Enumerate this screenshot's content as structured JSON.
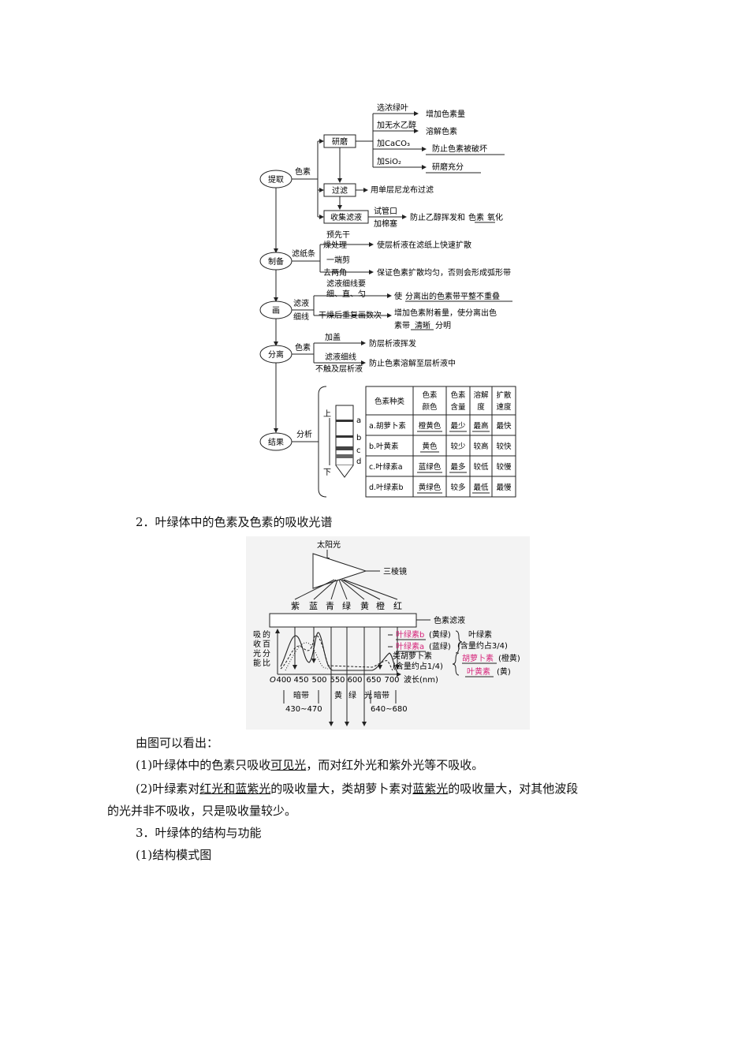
{
  "flow": {
    "steps": [
      "提取",
      "制备",
      "画",
      "分离",
      "结果"
    ],
    "extract": {
      "label": "色素",
      "grind": "研磨",
      "filter": "过滤",
      "collect": "收集滤液",
      "grind_items": [
        {
          "add": "选浓绿叶",
          "purpose": "增加色素量"
        },
        {
          "add": "加无水乙醇",
          "purpose": "溶解色素"
        },
        {
          "add": "加CaCO₃",
          "purpose": "防止色素被破坏"
        },
        {
          "add": "加SiO₂",
          "purpose": "研磨充分"
        }
      ],
      "filter_note": "用单层尼龙布过滤",
      "collect_note1": "试管口",
      "collect_note2": "加棉塞",
      "collect_result_a": "防止乙醇挥发和",
      "collect_result_b": "色素",
      "collect_result_c": "氧化"
    },
    "prepare": {
      "label": "滤纸条",
      "note1a": "预先干",
      "note1b": "燥处理",
      "result1": "使层析液在滤纸上快速扩散",
      "note2a": "一端剪",
      "note2b": "去两角",
      "result2": "保证色素扩散均匀，否则会形成弧形带"
    },
    "draw": {
      "label_a": "滤液",
      "label_b": "细线",
      "note1a": "滤液细线要",
      "note1b": "细、直、匀",
      "result1a": "使",
      "result1b": "分离出的色素带平整不重叠",
      "note2": "干燥后重复画数次",
      "result2a": "增加色素附着量，使分离出色",
      "result2b": "素带",
      "result2c": "清晰",
      "result2d": "分明"
    },
    "separate": {
      "label": "色素",
      "note1": "加盖",
      "result1": "防层析液挥发",
      "note2a": "滤液细线",
      "note2b": "不触及层析液",
      "result2": "防止色素溶解至层析液中"
    },
    "result": {
      "label": "分析",
      "up": "上",
      "down": "下",
      "band_letters": [
        "a",
        "b",
        "c",
        "d"
      ],
      "table_headers": [
        "色素种类",
        "色素颜色",
        "色素含量",
        "溶解度",
        "扩散速度"
      ],
      "table_rows": [
        [
          "a.胡萝卜素",
          "橙黄色",
          "最少",
          "最高",
          "最快"
        ],
        [
          "b.叶黄素",
          "黄色",
          "较少",
          "较高",
          "较快"
        ],
        [
          "c.叶绿素a",
          "蓝绿色",
          "最多",
          "较低",
          "较慢"
        ],
        [
          "d.叶绿素b",
          "黄绿色",
          "较多",
          "最低",
          "最慢"
        ]
      ]
    }
  },
  "section2_heading": "2．叶绿体中的色素及色素的吸收光谱",
  "spectrum": {
    "sunlight": "太阳光",
    "prism": "三棱镜",
    "colors": [
      "紫",
      "蓝",
      "青",
      "绿",
      "黄",
      "橙",
      "红"
    ],
    "filtrate": "色素滤液",
    "y_label": [
      "吸",
      "的",
      "收",
      "百",
      "光",
      "分",
      "能",
      "比"
    ],
    "x_ticks": [
      "400",
      "450",
      "500",
      "550",
      "600",
      "650",
      "700"
    ],
    "origin": "O",
    "x_label": "波长(nm)",
    "chl_b": "叶绿素b",
    "chl_b_color": "(黄绿)",
    "chl_a": "叶绿素a",
    "chl_a_color": "(蓝绿)",
    "chl_group": "叶绿素",
    "chl_share": "(含量约占3/4)",
    "car_group": "类胡萝卜素",
    "car_share": "(含量约占1/4)",
    "carotene": "胡萝卜素",
    "carotene_color": "(橙黄)",
    "xanthophyll": "叶黄素",
    "xanthophyll_color": "(黄)",
    "dark_band": "暗带",
    "dark_range_left": "430~470",
    "light_band": [
      "黄",
      "绿",
      "光"
    ],
    "dark_range_right": "640~680",
    "highlight_color": "#d6247a"
  },
  "text": {
    "intro": "由图可以看出：",
    "p1_a": "(1)叶绿体中的色素只吸收",
    "p1_u": "可见光",
    "p1_b": "，而对红外光和紫外光等不吸收。",
    "p2_a": "(2)叶绿素对",
    "p2_u1": "红光和蓝紫光",
    "p2_b": "的吸收量大，类胡萝卜素对",
    "p2_u2": "蓝紫光",
    "p2_c": "的吸收量大，对其他波段",
    "p2_d": "的光并非不吸收，只是吸收量较少。",
    "h3": "3．叶绿体的结构与功能",
    "s1": "(1)结构模式图"
  }
}
